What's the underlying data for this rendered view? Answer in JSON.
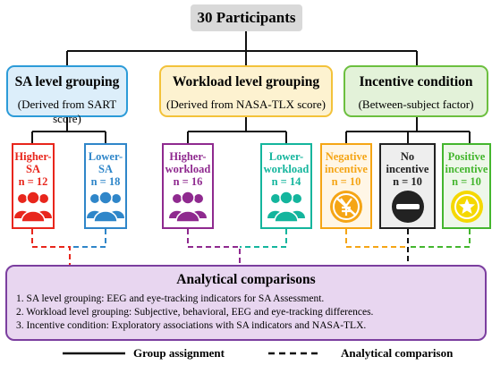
{
  "top_box": {
    "label": "30 Participants"
  },
  "groupings": [
    {
      "title": "SA level grouping",
      "subtitle": "(Derived from SART score)",
      "fill": "#dceefa",
      "border": "#2c9bd8"
    },
    {
      "title": "Workload level grouping",
      "subtitle": "(Derived from NASA-TLX score)",
      "fill": "#fdf2d0",
      "border": "#f3c23a"
    },
    {
      "title": "Incentive condition",
      "subtitle": "(Between-subject factor)",
      "fill": "#e3f2d9",
      "border": "#6cbf3f"
    }
  ],
  "categories": [
    {
      "line1": "Higher-",
      "line2": "SA",
      "n": "n = 12",
      "color": "#e8261c",
      "icon": "people-group-icon"
    },
    {
      "line1": "Lower-",
      "line2": "SA",
      "n": "n = 18",
      "color": "#2f86c9",
      "icon": "people-group-icon"
    },
    {
      "line1": "Higher-",
      "line2": "workload",
      "n": "n = 16",
      "color": "#8f2a8f",
      "icon": "people-group-icon"
    },
    {
      "line1": "Lower-",
      "line2": "workload",
      "n": "n = 14",
      "color": "#14b59d",
      "icon": "people-group-icon"
    },
    {
      "line1": "Negative",
      "line2": "incentive",
      "n": "n = 10",
      "color": "#f5a515",
      "icon": "yen-crossed-icon"
    },
    {
      "line1": "No",
      "line2": "incentive",
      "n": "n = 10",
      "color": "#222222",
      "icon": "minus-circle-icon"
    },
    {
      "line1": "Positive",
      "line2": "incentive",
      "n": "n = 10",
      "color": "#44b62e",
      "icon": "star-medal-icon"
    }
  ],
  "analysis": {
    "title": "Analytical comparisons",
    "items": [
      "1. SA level grouping: EEG and eye-tracking indicators for SA Assessment.",
      "2. Workload level grouping: Subjective, behavioral, EEG and eye-tracking differences.",
      "3. Incentive condition: Exploratory associations with SA indicators and NASA-TLX."
    ]
  },
  "legend": {
    "solid": "Group assignment",
    "dashed": "Analytical comparison"
  },
  "colors": {
    "sa_dash": "#e8261c",
    "sa_dash2": "#2f86c9",
    "wl_dash": "#8f2a8f",
    "wl_dash2": "#14b59d",
    "inc_dash": "#f5a515",
    "inc_dash2": "#44b62e"
  }
}
